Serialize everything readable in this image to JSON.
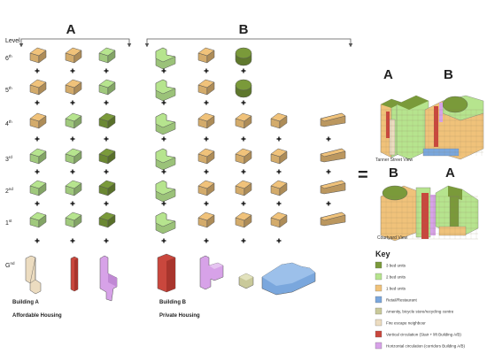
{
  "section_a": {
    "title": "A"
  },
  "section_b": {
    "title": "B"
  },
  "level_header": "Level",
  "levels": [
    {
      "label": "6th"
    },
    {
      "label": "5th"
    },
    {
      "label": "4th"
    },
    {
      "label": "3rd"
    },
    {
      "label": "2nd"
    },
    {
      "label": "1st"
    },
    {
      "label": "Gnd"
    }
  ],
  "building_a": {
    "name": "Building A",
    "desc": "Affordable Housing"
  },
  "building_b": {
    "name": "Building B",
    "desc": "Private Housing"
  },
  "equals_sign": "=",
  "views": {
    "top": {
      "label_a": "A",
      "label_b": "B",
      "caption": "Tanner Street View"
    },
    "bottom": {
      "label_a": "A",
      "label_b": "B",
      "caption": "Courtyard View"
    }
  },
  "key": {
    "title": "Key",
    "items": [
      {
        "label": "3 bed units",
        "color": "#7a9a3a"
      },
      {
        "label": "2 bed units",
        "color": "#b6e48e"
      },
      {
        "label": "1 bed units",
        "color": "#f0c27a"
      },
      {
        "label": "Retail/Restaurant",
        "color": "#7aa7dd"
      },
      {
        "label": "Amenity, bicycle store/recycling centre",
        "color": "#c9c99a"
      },
      {
        "label": "Fire escape neighbour",
        "color": "#ecdcc0"
      },
      {
        "label": "Vertical circulation (Stair + lift Building A/B)",
        "color": "#c9473d"
      },
      {
        "label": "Horizontal circulation (corridors Building A/B)",
        "color": "#d7a2e8"
      }
    ]
  },
  "colors": {
    "three_bed": "#7a9a3a",
    "two_bed": "#b6e48e",
    "one_bed": "#f0c27a",
    "retail": "#7aa7dd",
    "amenity": "#c9c99a",
    "fire": "#ecdcc0",
    "vertical": "#c9473d",
    "horizontal": "#d7a2e8",
    "line": "#555555"
  }
}
